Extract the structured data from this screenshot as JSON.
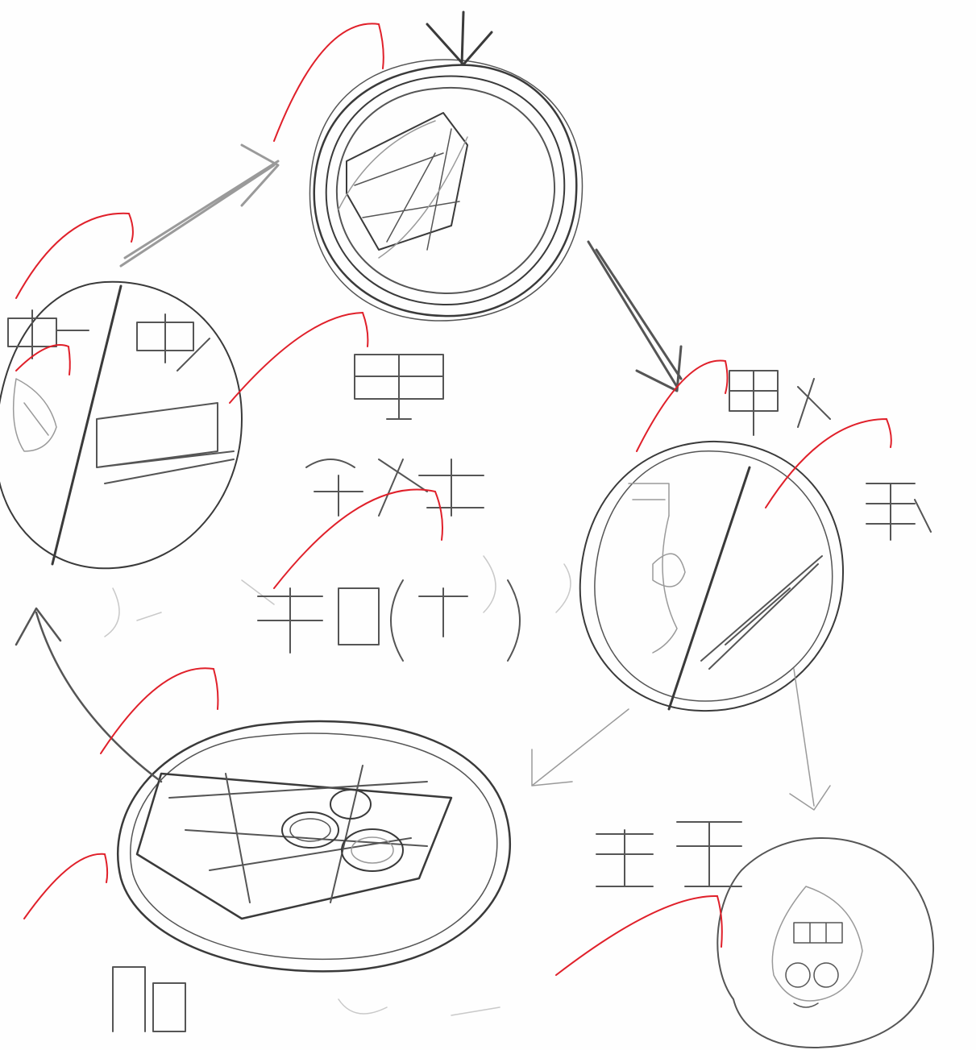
{
  "drawing": {
    "stages": [
      {
        "id": "top",
        "text": ""
      },
      {
        "id": "right",
        "text": ""
      },
      {
        "id": "bottom-right",
        "text": ""
      },
      {
        "id": "bottom",
        "text": ""
      },
      {
        "id": "left",
        "text": ""
      }
    ]
  },
  "colors": {
    "paper": "#fefefe",
    "pencil": "#555555",
    "red_ink": "#e0202a"
  }
}
